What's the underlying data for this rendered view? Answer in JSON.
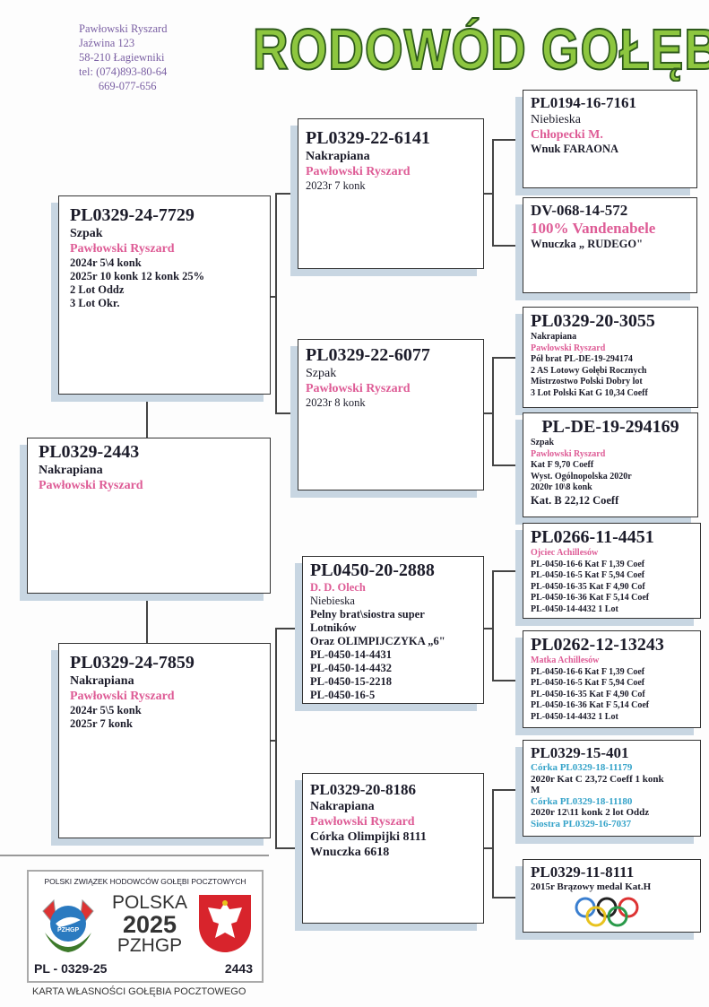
{
  "header": {
    "address": [
      "Pawłowski Ryszard",
      "Jaźwina 123",
      "58-210 Łagiewniki",
      "tel: (074)893-80-64",
      "       669-077-656"
    ],
    "title": "RODOWÓD GOŁĘBIA"
  },
  "subject": {
    "id": "PL0329-2443",
    "color": "Nakrapiana",
    "owner": "Pawłowski Ryszard"
  },
  "sire": {
    "id": "PL0329-24-7729",
    "color": "Szpak",
    "owner": "Pawłowski Ryszard",
    "notes": [
      "2024r  5\\4 konk",
      "2025r  10 konk   12 konk 25%",
      "2 Lot Oddz",
      "3 Lot Okr."
    ]
  },
  "dam": {
    "id": "PL0329-24-7859",
    "color": "Nakrapiana",
    "owner": "Pawłowski Ryszard",
    "notes": [
      "2024r  5\\5 konk",
      "2025r   7 konk"
    ]
  },
  "ss": {
    "id": "PL0329-22-6141",
    "color": "Nakrapiana",
    "owner": "Pawłowski Ryszard",
    "notes": [
      "2023r 7 konk"
    ]
  },
  "sd": {
    "id": "PL0329-22-6077",
    "color": "Szpak",
    "owner": "Pawłowski Ryszard",
    "notes": [
      "2023r 8 konk"
    ]
  },
  "ds": {
    "id": "PL0450-20-2888",
    "owner": "D. D. Olech",
    "color": "Niebieska",
    "notes": [
      "Pelny brat\\siostra super",
      "Lotników",
      "Oraz  OLIMPIJCZYKA  „6\"",
      "PL-0450-14-4431",
      "PL-0450-14-4432",
      "PL-0450-15-2218",
      "PL-0450-16-5"
    ]
  },
  "dd": {
    "id": "PL0329-20-8186",
    "color": "Nakrapiana",
    "owner": "Pawłowski Ryszard",
    "notes": [
      "Córka Olimpijki  8111",
      "Wnuczka 6618"
    ]
  },
  "g1": {
    "id": "PL0194-16-7161",
    "color": "Niebieska",
    "owner": "Chłopecki M.",
    "notes": [
      "Wnuk FARAONA"
    ]
  },
  "g2": {
    "id": "DV-068-14-572",
    "owner": "100% Vandenabele",
    "notes": [
      "Wnuczka „ RUDEGO\""
    ]
  },
  "g3": {
    "id": "PL0329-20-3055",
    "color": "Nakrapiana",
    "owner": "Pawlowski Ryszard",
    "notes": [
      "Pół brat PL-DE-19-294174",
      "2 AS Lotowy Gołębi Rocznych",
      "      Mistrzostwo Polski Dobry lot",
      "3 Lot Polski Kat G  10,34 Coeff"
    ]
  },
  "g4": {
    "id": "PL-DE-19-294169",
    "color": "Szpak",
    "owner": "Pawlowski Ryszard",
    "notes": [
      "Kat F 9,70 Coeff",
      "Wyst. Ogólnopolska 2020r",
      "2020r  10\\8 konk"
    ],
    "last": "Kat. B 22,12 Coeff"
  },
  "g5": {
    "id": "PL0266-11-4451",
    "label": "Ojciec Achillesów",
    "notes": [
      "PL-0450-16-6 Kat F  1,39 Coef",
      "PL-0450-16-5 Kat F  5,94 Coef",
      "PL-0450-16-35 Kat F 4,90 Cof",
      "PL-0450-16-36 Kat F 5,14 Coef",
      "PL-0450-14-4432 1 Lot"
    ]
  },
  "g6": {
    "id": "PL0262-12-13243",
    "label": "Matka Achillesów",
    "notes": [
      "PL-0450-16-6 Kat F  1,39 Coef",
      "PL-0450-16-5 Kat F  5,94 Coef",
      "PL-0450-16-35 Kat F 4,90 Cof",
      "PL-0450-16-36 Kat F 5,14 Coef",
      "PL-0450-14-4432 1 Lot"
    ]
  },
  "g7": {
    "id": "PL0329-15-401",
    "daughter1": "Córka PL0329-18-11179",
    "note1": "2020r Kat C  23,72 Coeff   1 konk",
    "note1b": "M",
    "daughter2": "Córka PL0329-18-11180",
    "note2": "2020r 12\\11 konk  2 lot Oddz",
    "note3": "Siostra PL0329-16-7037"
  },
  "g8": {
    "id": "PL0329-11-8111",
    "notes": [
      "2015r Brązowy medal Kat.H"
    ]
  },
  "card": {
    "top": "POLSKI ZWIĄZEK HODOWCÓW GOŁĘBI POCZTOWYCH",
    "country": "POLSKA",
    "year": "2025",
    "org": "PZHGP",
    "badge": "PZHGP",
    "ring": "PL - 0329-25",
    "number": "2443",
    "caption": "KARTA  WŁASNOŚCI GOŁĘBIA POCZTOWEGO"
  },
  "colors": {
    "pink": "#de5c96",
    "cyan": "#35a3c9",
    "green": "#8dc63f",
    "purple": "#7a5fa3"
  }
}
